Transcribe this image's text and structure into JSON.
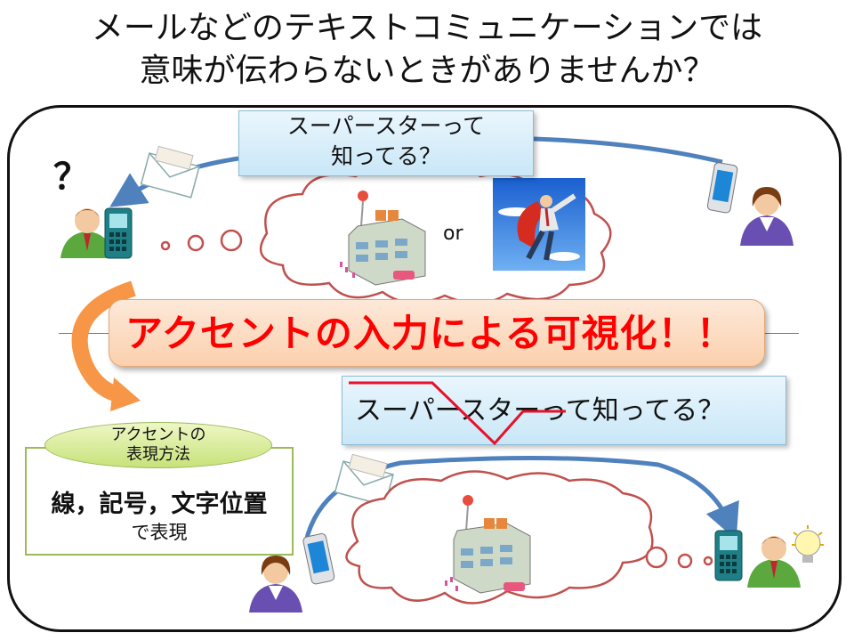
{
  "title": {
    "line1": "メールなどのテキストコミュニケーションでは",
    "line2": "意味が伝わらないときがありませんか？"
  },
  "top_scene": {
    "callout": {
      "line1": "スーパースターって",
      "line2": "知ってる？"
    },
    "confused_mark": "？",
    "or_label": "or"
  },
  "banner": {
    "text": "アクセントの入力による可視化！！"
  },
  "bottom_scene": {
    "callout": "スーパースターって知ってる？"
  },
  "method": {
    "badge_line1": "アクセントの",
    "badge_line2": "表現方法",
    "main": "線，記号，文字位置",
    "sub": "で表現"
  },
  "colors": {
    "banner_text": "#ff0000",
    "accent_line": "#e8102a",
    "arrow_blue": "#4f81bd",
    "arrow_orange": "#f79646",
    "cloud_stroke": "#c0504d",
    "badge_green": "#9bbb59"
  },
  "icons": [
    "question-mark-icon",
    "email-envelope-icon",
    "man-person-icon",
    "woman-person-icon",
    "feature-phone-icon",
    "smartphone-icon",
    "thought-cloud-icon",
    "building-icon",
    "superhero-icon",
    "lightbulb-icon"
  ]
}
